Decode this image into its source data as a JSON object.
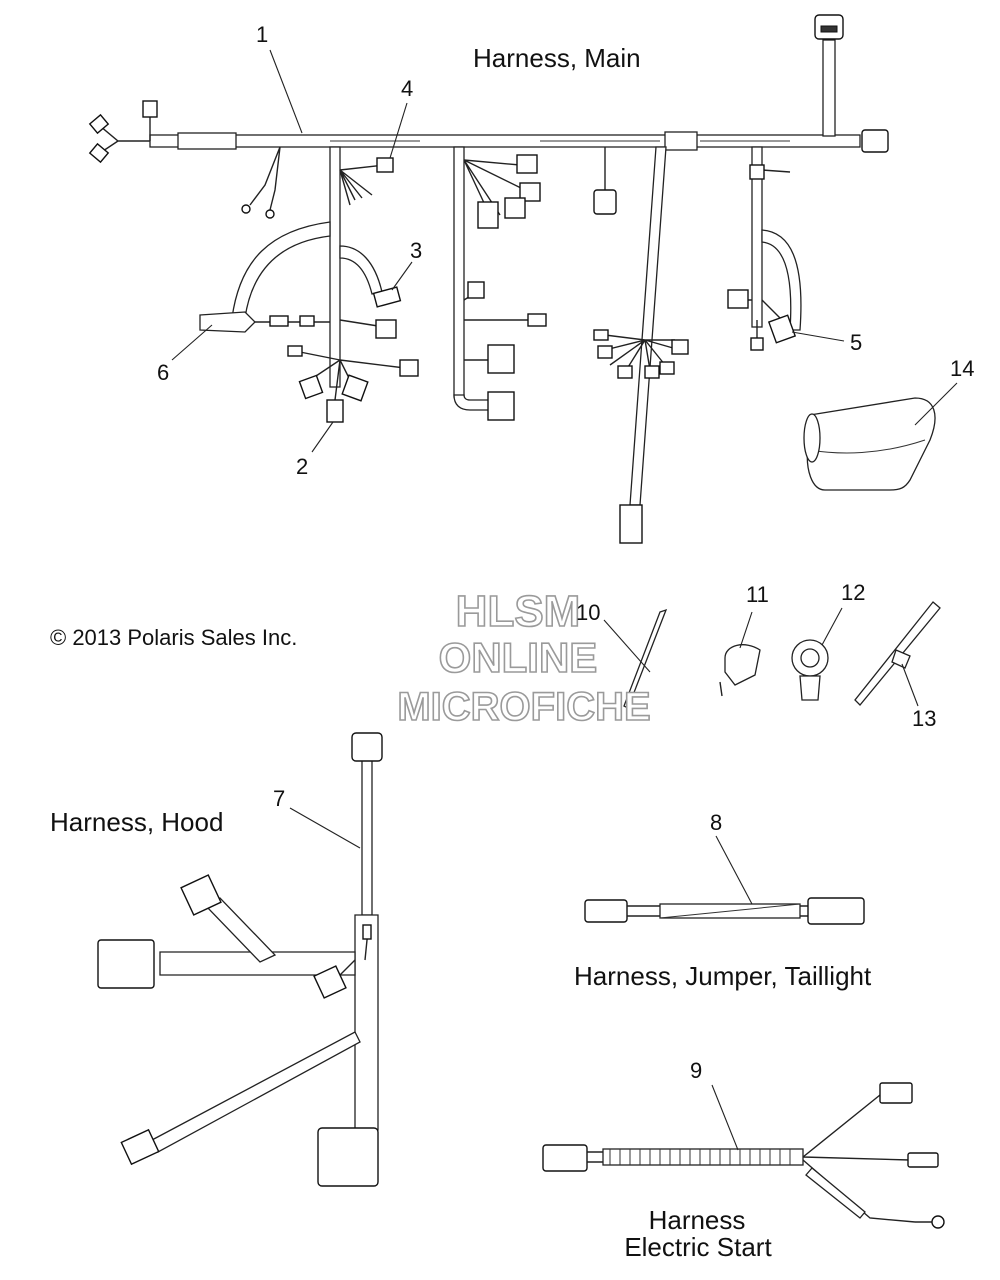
{
  "copyright": "© 2013 Polaris Sales Inc.",
  "watermark": {
    "line1": "HLSM",
    "line2": "ONLINE",
    "line3": "MICROFICHE"
  },
  "titles": {
    "main": "Harness, Main",
    "hood": "Harness, Hood",
    "jumper": "Harness, Jumper, Taillight",
    "electric_line1": "Harness",
    "electric_line2": "Electric Start"
  },
  "callouts": {
    "c1": "1",
    "c2": "2",
    "c3": "3",
    "c4": "4",
    "c5": "5",
    "c6": "6",
    "c7": "7",
    "c8": "8",
    "c9": "9",
    "c10": "10",
    "c11": "11",
    "c12": "12",
    "c13": "13",
    "c14": "14"
  },
  "icons": {
    "connector": "connector-icon",
    "ring_terminal": "ring-terminal-icon",
    "cable_tie": "cable-tie-icon",
    "wire_clip": "wire-clip-icon",
    "conduit_sleeve": "conduit-sleeve-icon"
  }
}
